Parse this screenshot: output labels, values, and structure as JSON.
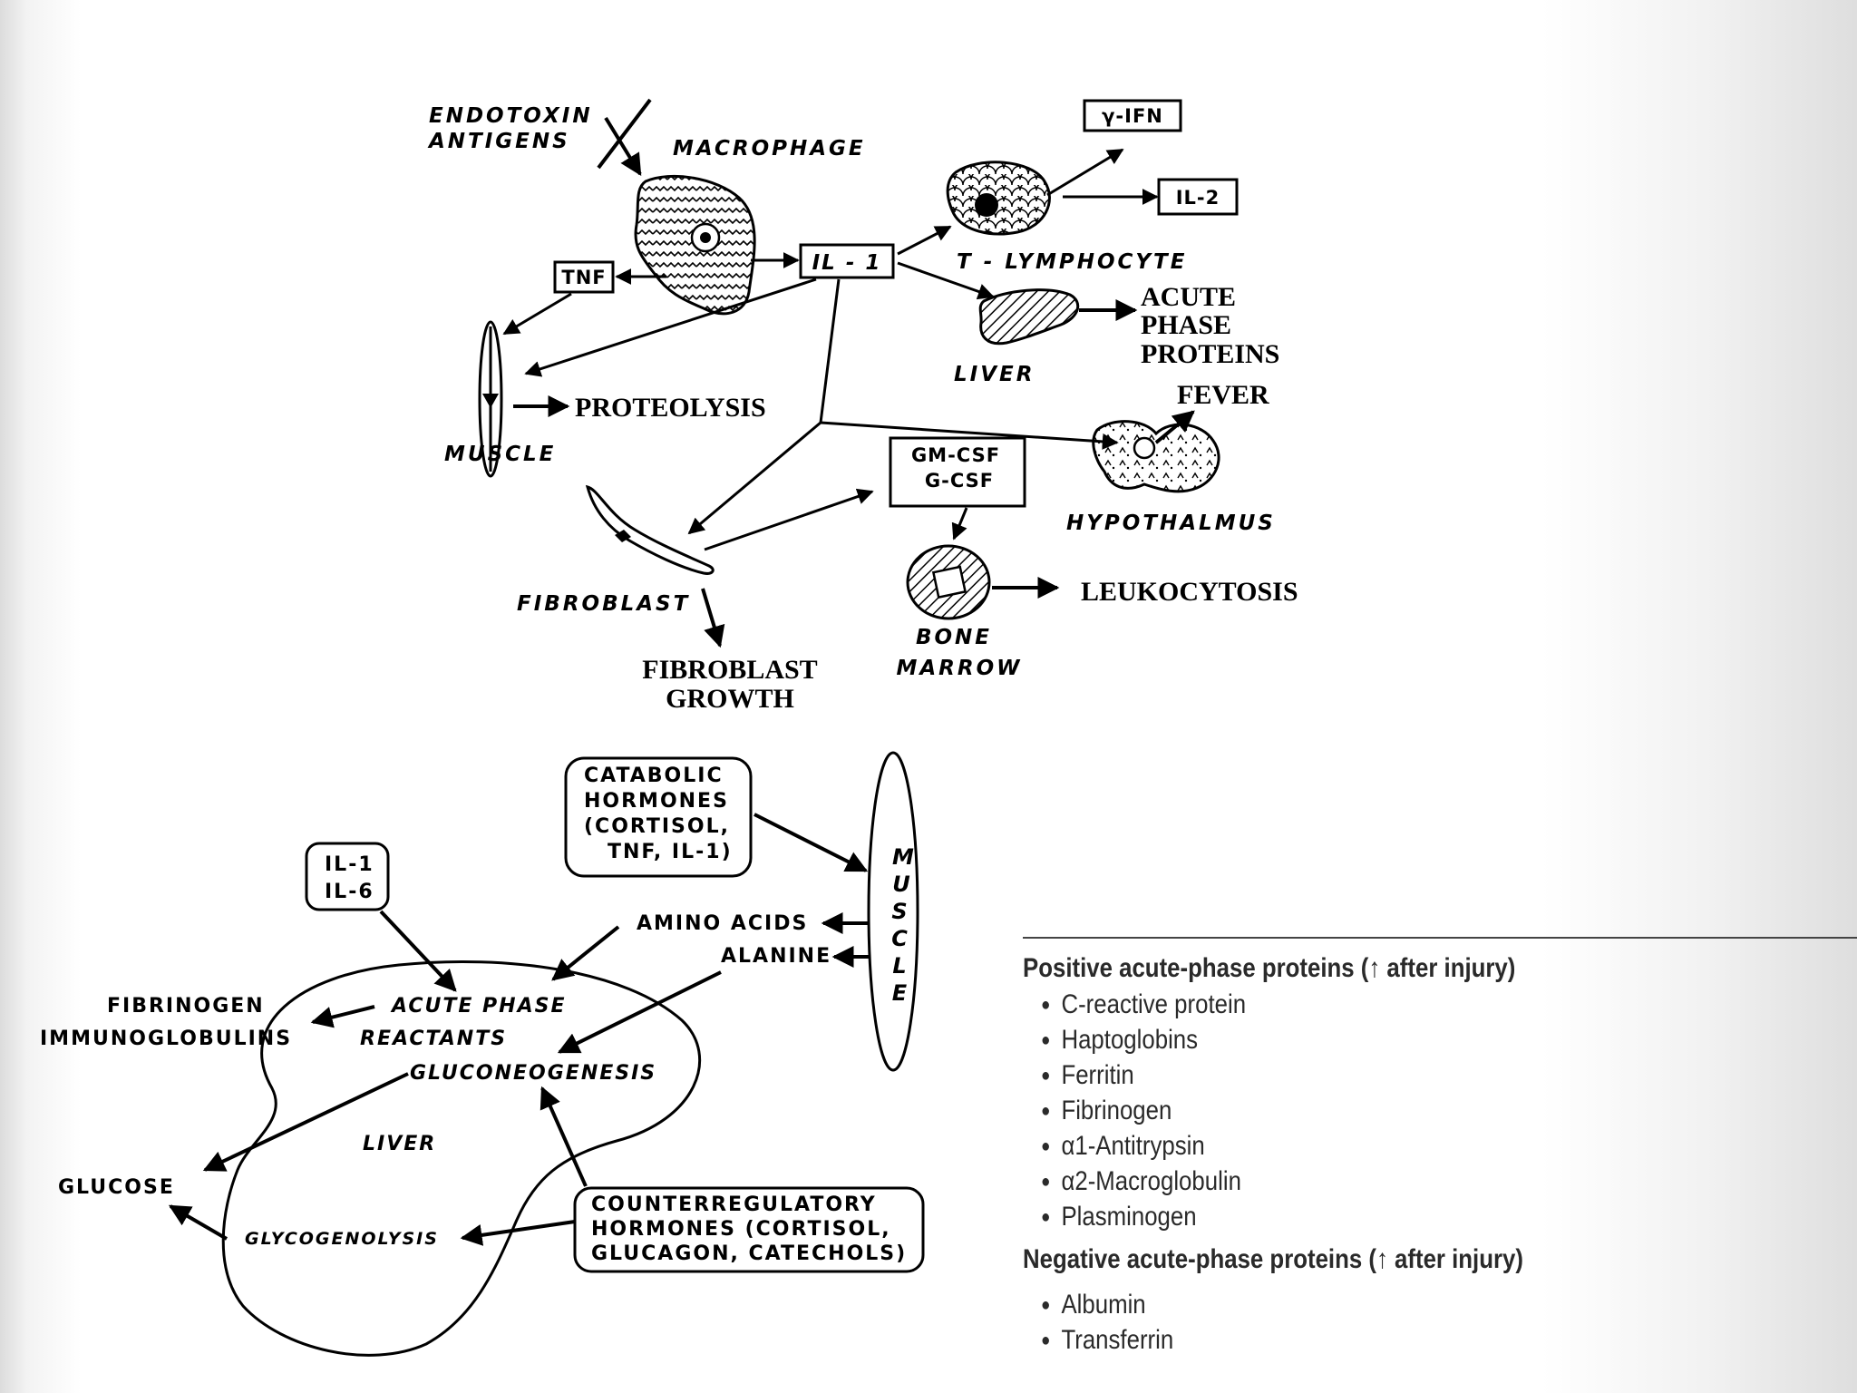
{
  "top_diagram": {
    "endotoxin": "ENDOTOXIN",
    "antigens": "ANTIGENS",
    "macrophage": "MACROPHAGE",
    "tnf": "TNF",
    "il1": "IL - 1",
    "gamma_ifn": "γ-IFN",
    "il2": "IL-2",
    "t_lymphocyte": "T - LYMPHOCYTE",
    "liver": "LIVER",
    "acute": "ACUTE",
    "phase": "PHASE",
    "proteins": "PROTEINS",
    "fever": "FEVER",
    "muscle": "MUSCLE",
    "proteolysis": "PROTEOLYSIS",
    "gm_csf": "GM-CSF",
    "g_csf": "G-CSF",
    "hypothalmus": "HYPOTHALMUS",
    "fibroblast": "FIBROBLAST",
    "bone": "BONE",
    "marrow": "MARROW",
    "leukocytosis": "LEUKOCYTOSIS",
    "fibroblast_growth_1": "FIBROBLAST",
    "fibroblast_growth_2": "GROWTH"
  },
  "bottom_diagram": {
    "catabolic_lines": [
      "CATABOLIC",
      "HORMONES",
      "(CORTISOL,",
      "TNF, IL-1)"
    ],
    "cytokine_lines": [
      "IL-1",
      "IL-6"
    ],
    "muscle_letters": [
      "M",
      "U",
      "S",
      "C",
      "L",
      "E"
    ],
    "amino_acids": "AMINO  ACIDS",
    "alanine": "ALANINE",
    "fibrinogen": "FIBRINOGEN",
    "immunoglobulins": "IMMUNOGLOBULINS",
    "acute_phase": "ACUTE   PHASE",
    "reactants": "REACTANTS",
    "gluconeogenesis": "GLUCONEOGENESIS",
    "liver": "LIVER",
    "glucose": "GLUCOSE",
    "glycogenolysis": "GLYCOGENOLYSIS",
    "counter_lines": [
      "COUNTERREGULATORY",
      "HORMONES  (CORTISOL,",
      "GLUCAGON,  CATECHOLS)"
    ]
  },
  "table": {
    "positive_header": "Positive acute-phase proteins (↑ after injury)",
    "positive_items": [
      "C-reactive protein",
      "Haptoglobins",
      "Ferritin",
      "Fibrinogen",
      "α1-Antitrypsin",
      "α2-Macroglobulin",
      "Plasminogen"
    ],
    "negative_header": "Negative acute-phase proteins (↑ after injury)",
    "negative_items": [
      "Albumin",
      "Transferrin"
    ]
  }
}
